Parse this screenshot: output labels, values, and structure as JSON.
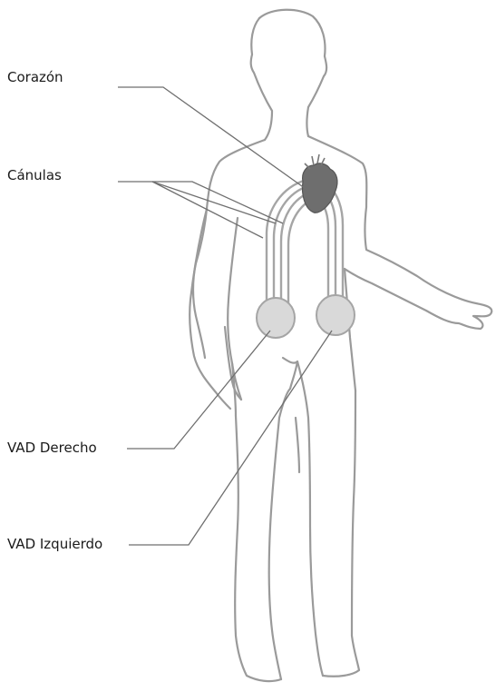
{
  "labels": {
    "heart": "Corazón",
    "cannulas": "Cánulas",
    "right_vad": "VAD Derecho",
    "left_vad": "VAD Izquierdo"
  },
  "colors": {
    "body_outline": "#9a9a9a",
    "leader_line": "#6f6f6f",
    "heart_fill": "#6e6e6e",
    "pump_fill": "#d9d9d9",
    "cannula_stroke": "#a5a5a5"
  }
}
